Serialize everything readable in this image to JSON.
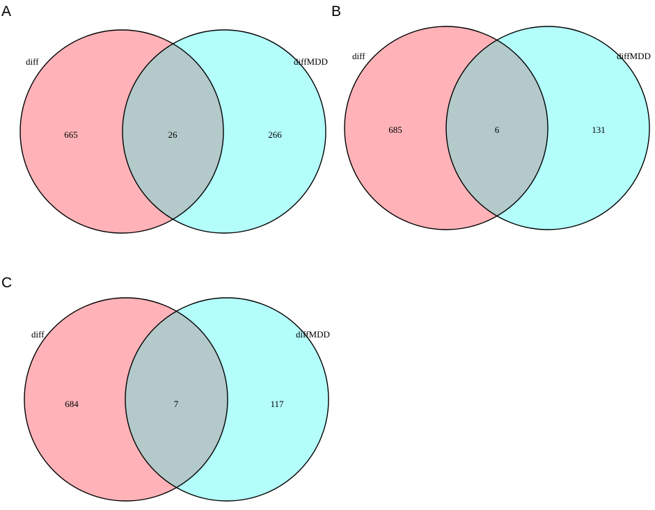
{
  "colors": {
    "left_set": "#ffb3b8",
    "right_set": "#b3fdfb",
    "overlap": "#b3c9ca",
    "outline": "#000000"
  },
  "panels": [
    {
      "letter": "A",
      "left_label": "diff",
      "right_label": "diffMDD",
      "left_only": "665",
      "intersection": "26",
      "right_only": "266"
    },
    {
      "letter": "B",
      "left_label": "diff",
      "right_label": "diffMDD",
      "left_only": "685",
      "intersection": "6",
      "right_only": "131"
    },
    {
      "letter": "C",
      "left_label": "diff",
      "right_label": "diffMDD",
      "left_only": "684",
      "intersection": "7",
      "right_only": "117"
    }
  ]
}
